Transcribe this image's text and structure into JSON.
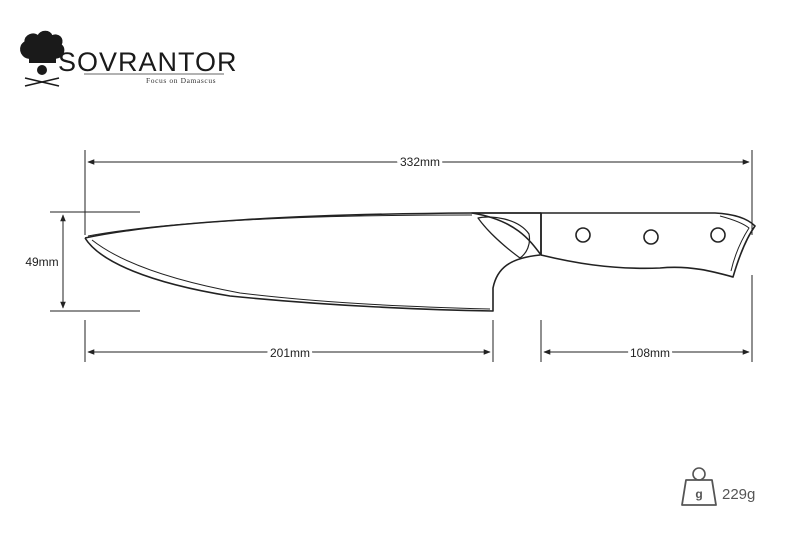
{
  "brand": {
    "name": "SOVRANTOR",
    "tagline": "Focus on Damascus",
    "logo_icon": "chef-hat-icon"
  },
  "dimensions": {
    "total_length": "332mm",
    "blade_height": "49mm",
    "blade_length": "201mm",
    "handle_length": "108mm"
  },
  "weight": {
    "icon": "weight-icon",
    "icon_glyph": "g",
    "value": "229g"
  },
  "colors": {
    "line": "#222222",
    "weight_icon": "#555555"
  }
}
